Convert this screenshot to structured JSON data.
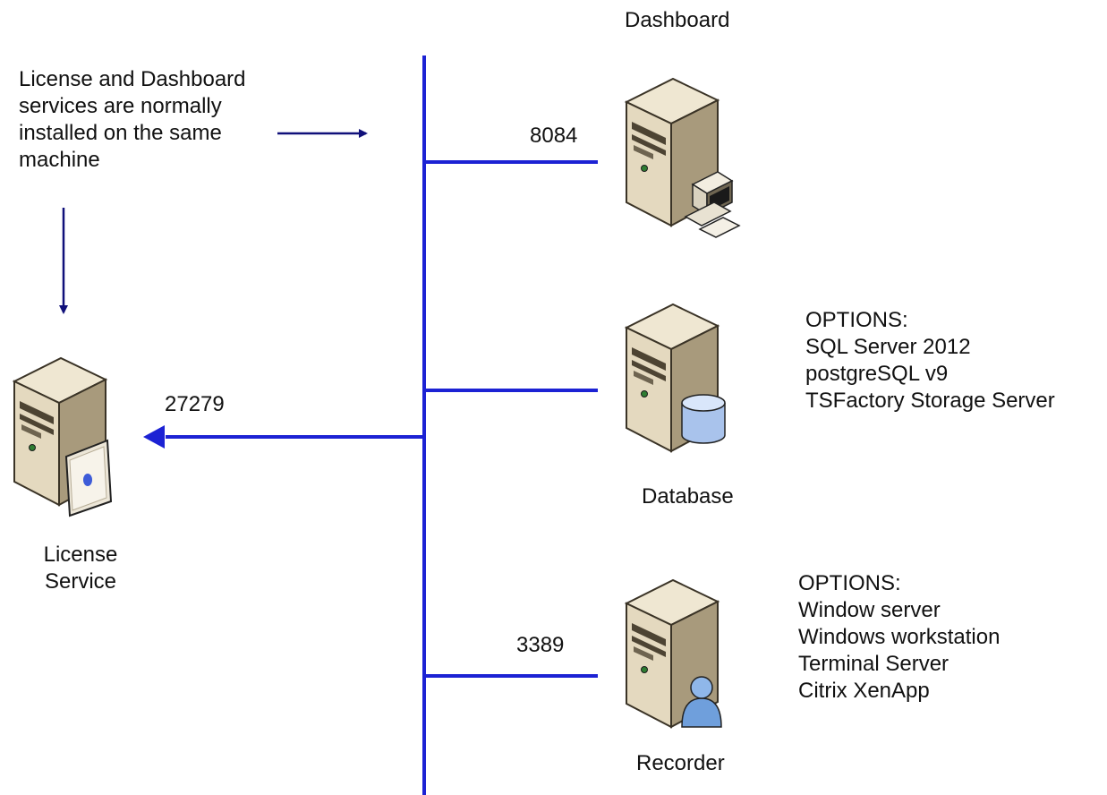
{
  "colors": {
    "network": "#1c22d4",
    "arrow": "#10107a",
    "server_body": "#e6dcc4",
    "server_dark": "#4d4433"
  },
  "note": {
    "lines": [
      "License and Dashboard",
      "services are normally",
      "installed on the same",
      "machine"
    ]
  },
  "nodes": {
    "dashboard": {
      "label": "Dashboard",
      "port": "8084",
      "icon": "server-with-workstation-icon"
    },
    "database": {
      "label": "Database",
      "icon": "server-with-database-icon",
      "options": [
        "OPTIONS:",
        "SQL Server 2012",
        "postgreSQL v9",
        "TSFactory Storage Server"
      ]
    },
    "recorder": {
      "label": "Recorder",
      "port": "3389",
      "icon": "server-with-user-icon",
      "options": [
        "OPTIONS:",
        "Window server",
        "Windows workstation",
        "Terminal Server",
        "Citrix XenApp"
      ]
    },
    "license": {
      "label_lines": [
        "License",
        "Service"
      ],
      "port": "27279",
      "icon": "server-with-certificate-icon"
    }
  }
}
